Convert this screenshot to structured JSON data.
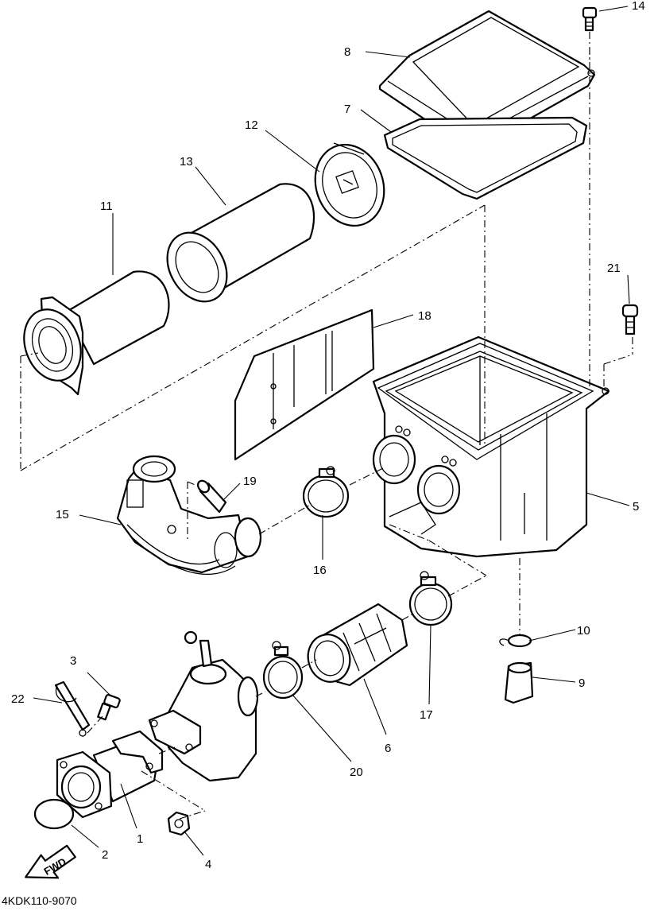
{
  "diagram": {
    "drawing_code": "4KDK110-9070",
    "fwd_label": "FWD",
    "callouts": {
      "c1": "1",
      "c2": "2",
      "c3": "3",
      "c4": "4",
      "c5": "5",
      "c6": "6",
      "c7": "7",
      "c8": "8",
      "c9": "9",
      "c10": "10",
      "c11": "11",
      "c12": "12",
      "c13": "13",
      "c14": "14",
      "c15": "15",
      "c16": "16",
      "c17": "17",
      "c18": "18",
      "c19": "19",
      "c20": "20",
      "c21": "21",
      "c22": "22"
    }
  }
}
